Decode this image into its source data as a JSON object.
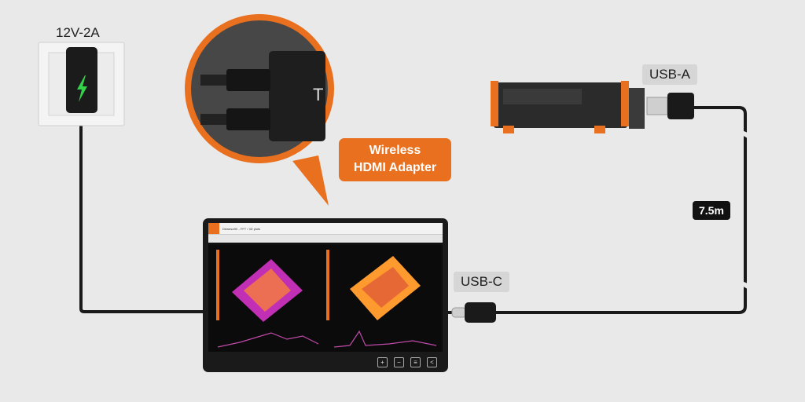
{
  "power": {
    "label": "12V-2A"
  },
  "callout": {
    "line1": "Wireless",
    "line2": "HDMI Adapter"
  },
  "ports": {
    "usb_a": "USB-A",
    "usb_c": "USB-C"
  },
  "cable": {
    "length": "7.5m"
  },
  "monitor": {
    "app_title": "DewesoftX - FFT / 3D plots",
    "controls": [
      "+",
      "−",
      "≡",
      "<"
    ]
  },
  "colors": {
    "accent": "#e8701e",
    "background": "#e9e9e9",
    "cable": "#1a1a1a"
  }
}
